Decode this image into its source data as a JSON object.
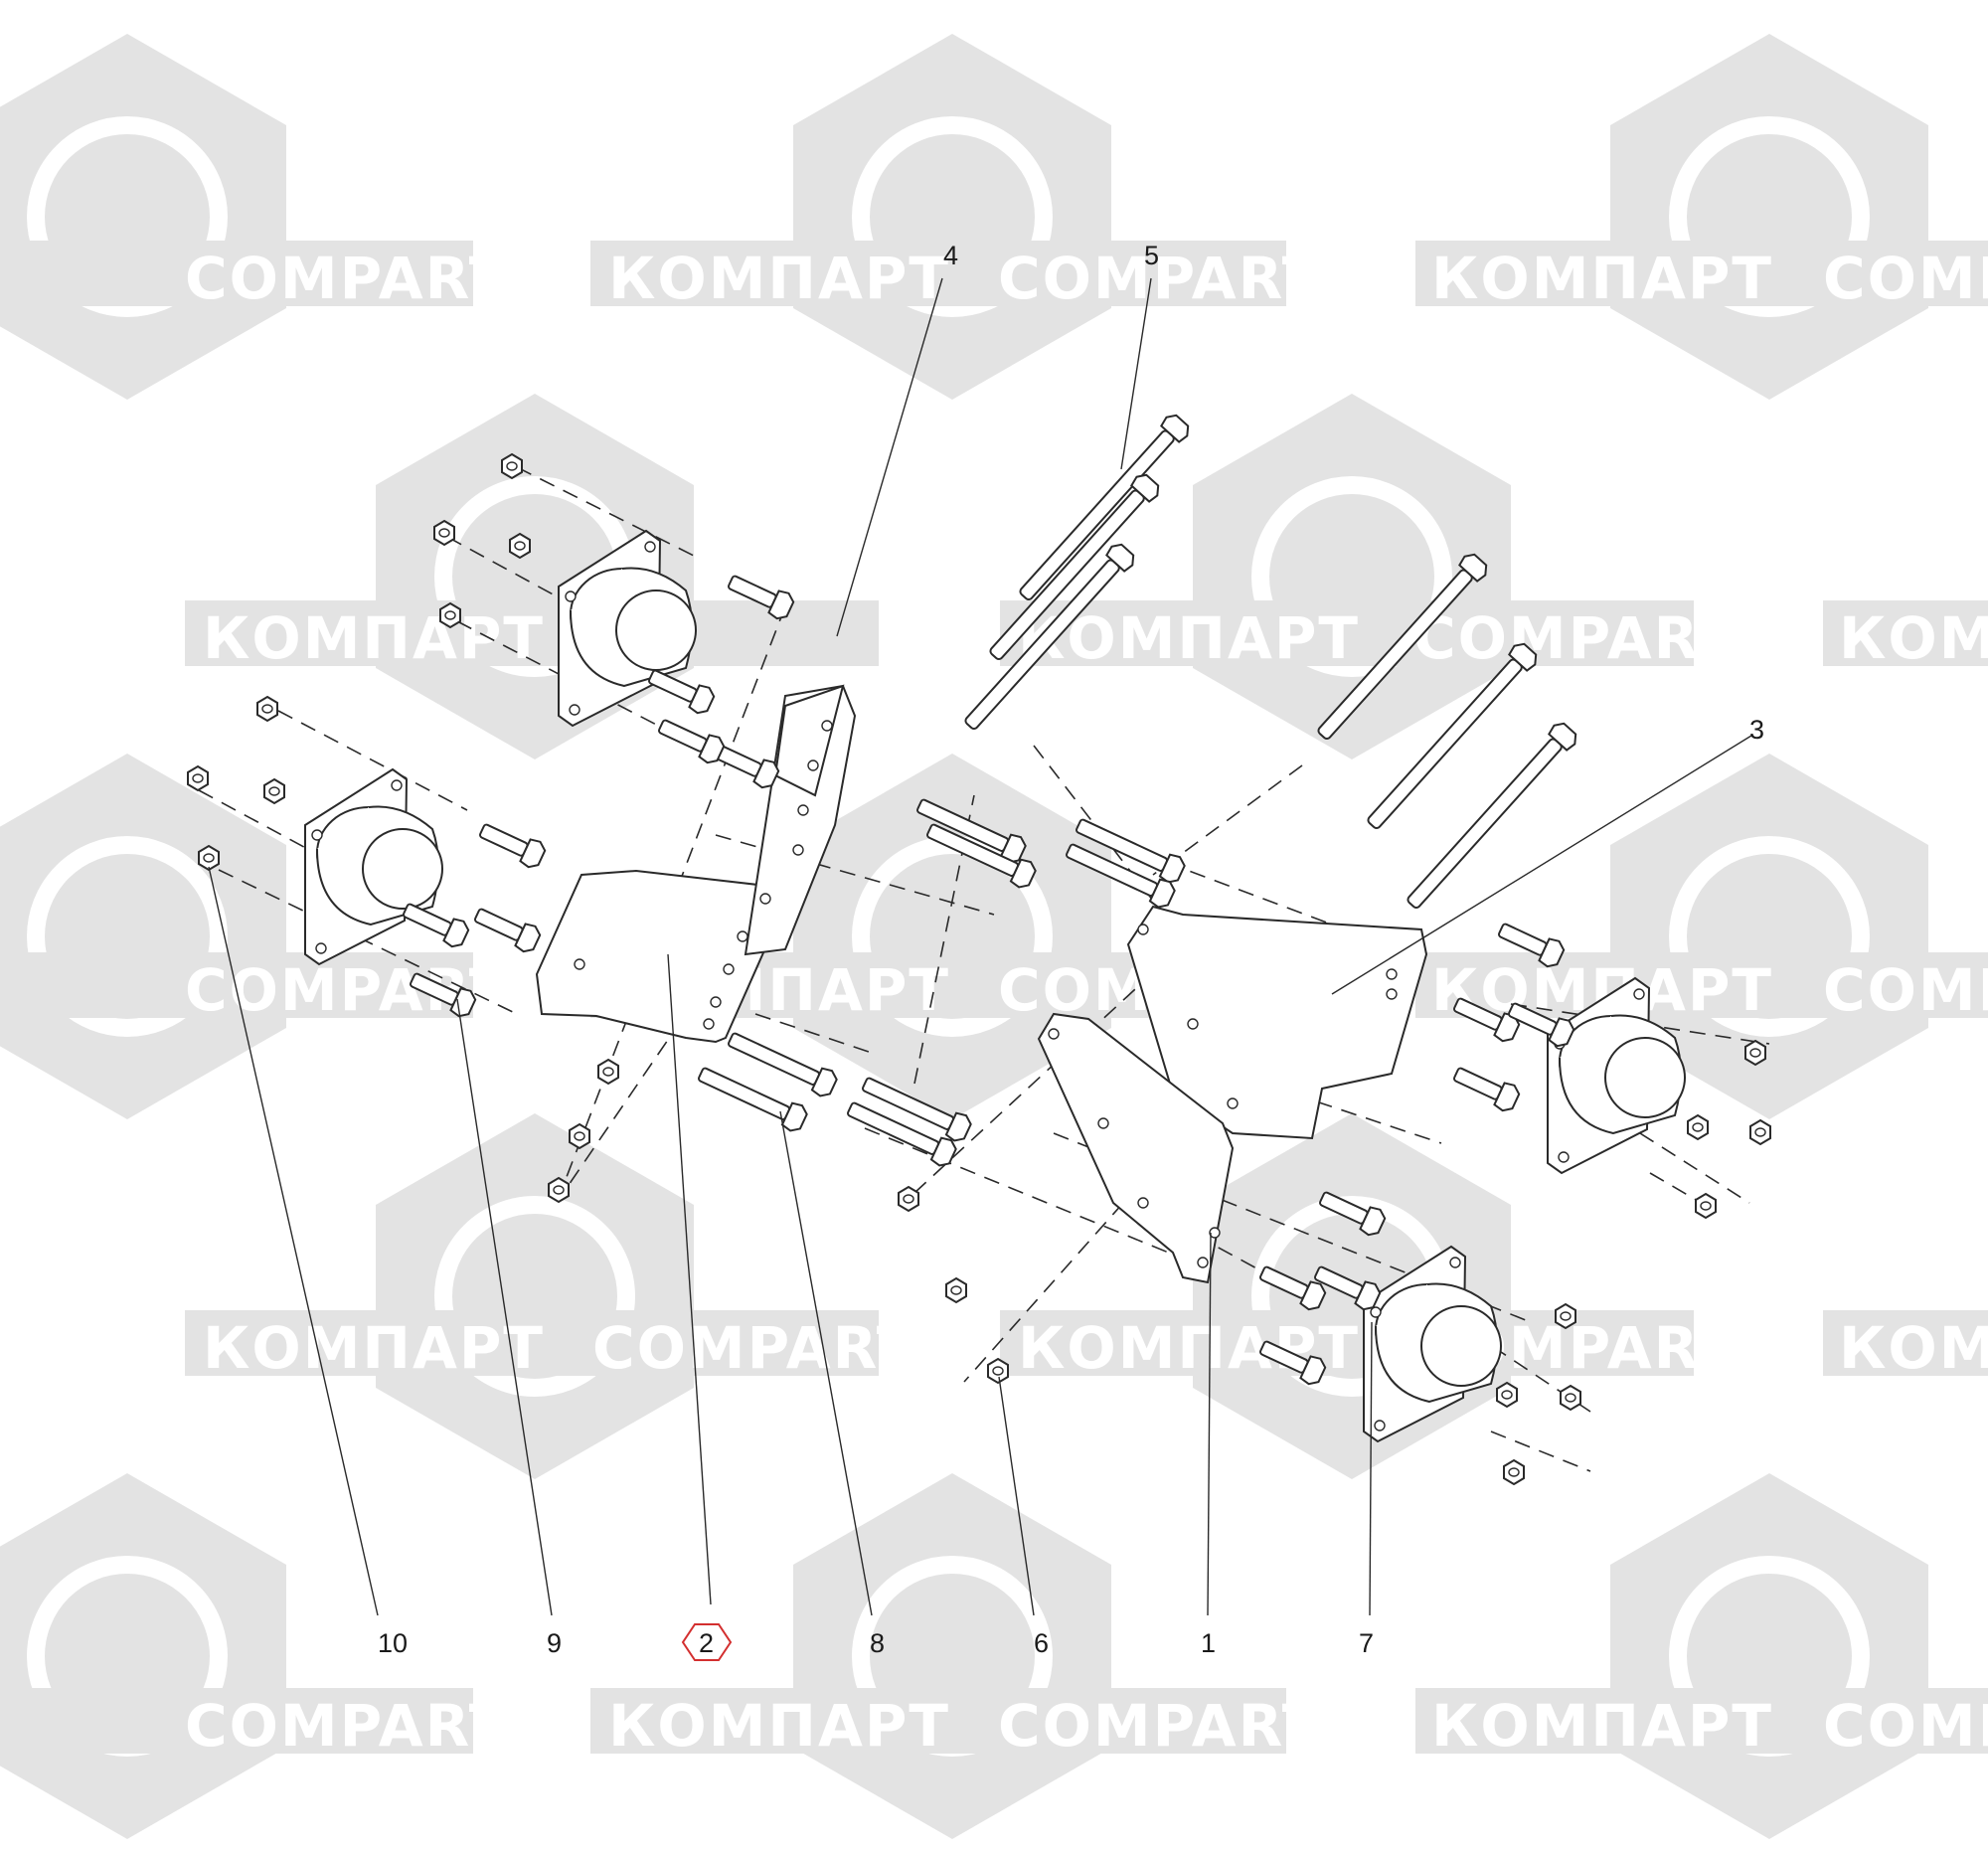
{
  "watermarks": {
    "latin": "COMPART",
    "cyrillic": "КОМПАРТ",
    "color": "#e3e3e3"
  },
  "callouts": {
    "c1": "1",
    "c2": "2",
    "c3": "3",
    "c4": "4",
    "c5": "5",
    "c6": "6",
    "c7": "7",
    "c8": "8",
    "c9": "9",
    "c10": "10"
  },
  "highlight": {
    "callout": "2",
    "color": "#d32f2f"
  }
}
